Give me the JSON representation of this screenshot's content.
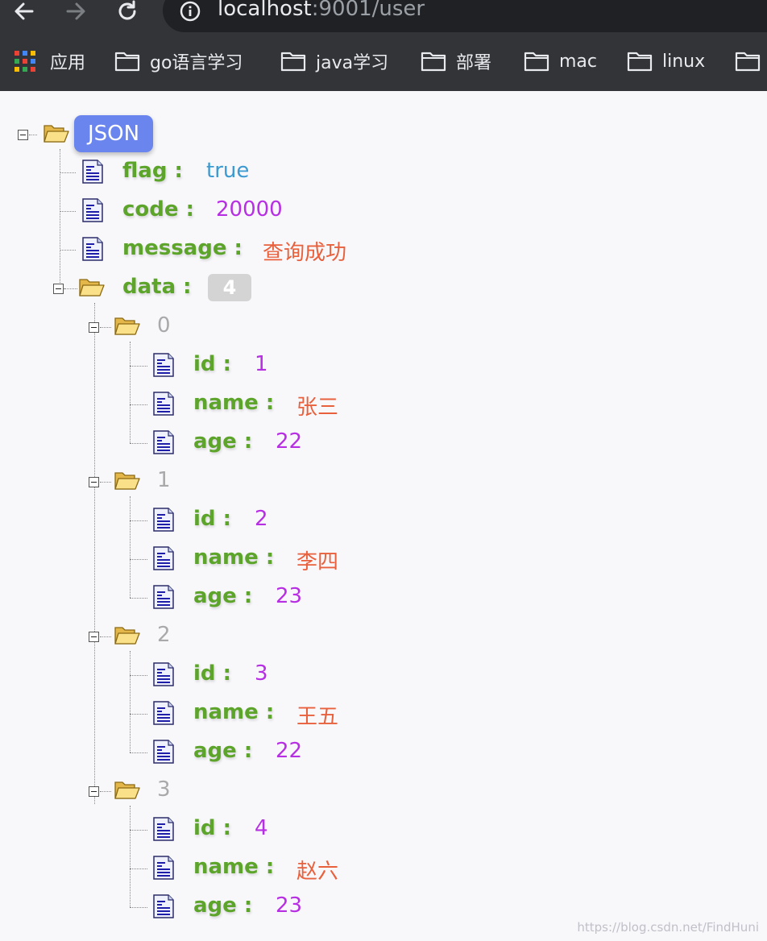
{
  "browser": {
    "url_host": "localhost",
    "url_rest": ":9001/user",
    "bookmarks": [
      "应用",
      "go语言学习",
      "java学习",
      "部署",
      "mac",
      "linux"
    ]
  },
  "json": {
    "root_label": "JSON",
    "fields": [
      {
        "key": "flag :",
        "value": "true",
        "type": "bool"
      },
      {
        "key": "code :",
        "value": "20000",
        "type": "num"
      },
      {
        "key": "message :",
        "value": "查询成功",
        "type": "str"
      }
    ],
    "data_key": "data :",
    "data_count": "4",
    "items": [
      {
        "index": "0",
        "id": "1",
        "name": "张三",
        "age": "22"
      },
      {
        "index": "1",
        "id": "2",
        "name": "李四",
        "age": "23"
      },
      {
        "index": "2",
        "id": "3",
        "name": "王五",
        "age": "22"
      },
      {
        "index": "3",
        "id": "4",
        "name": "赵六",
        "age": "23"
      }
    ],
    "labels": {
      "id": "id :",
      "name": "name :",
      "age": "age :"
    }
  },
  "watermark": "https://blog.csdn.net/FindHuni",
  "colors": {
    "key": "#5da42b",
    "bool": "#3d9ad1",
    "number": "#b72fe3",
    "string": "#e8603c",
    "root_badge": "#6a85ee"
  }
}
